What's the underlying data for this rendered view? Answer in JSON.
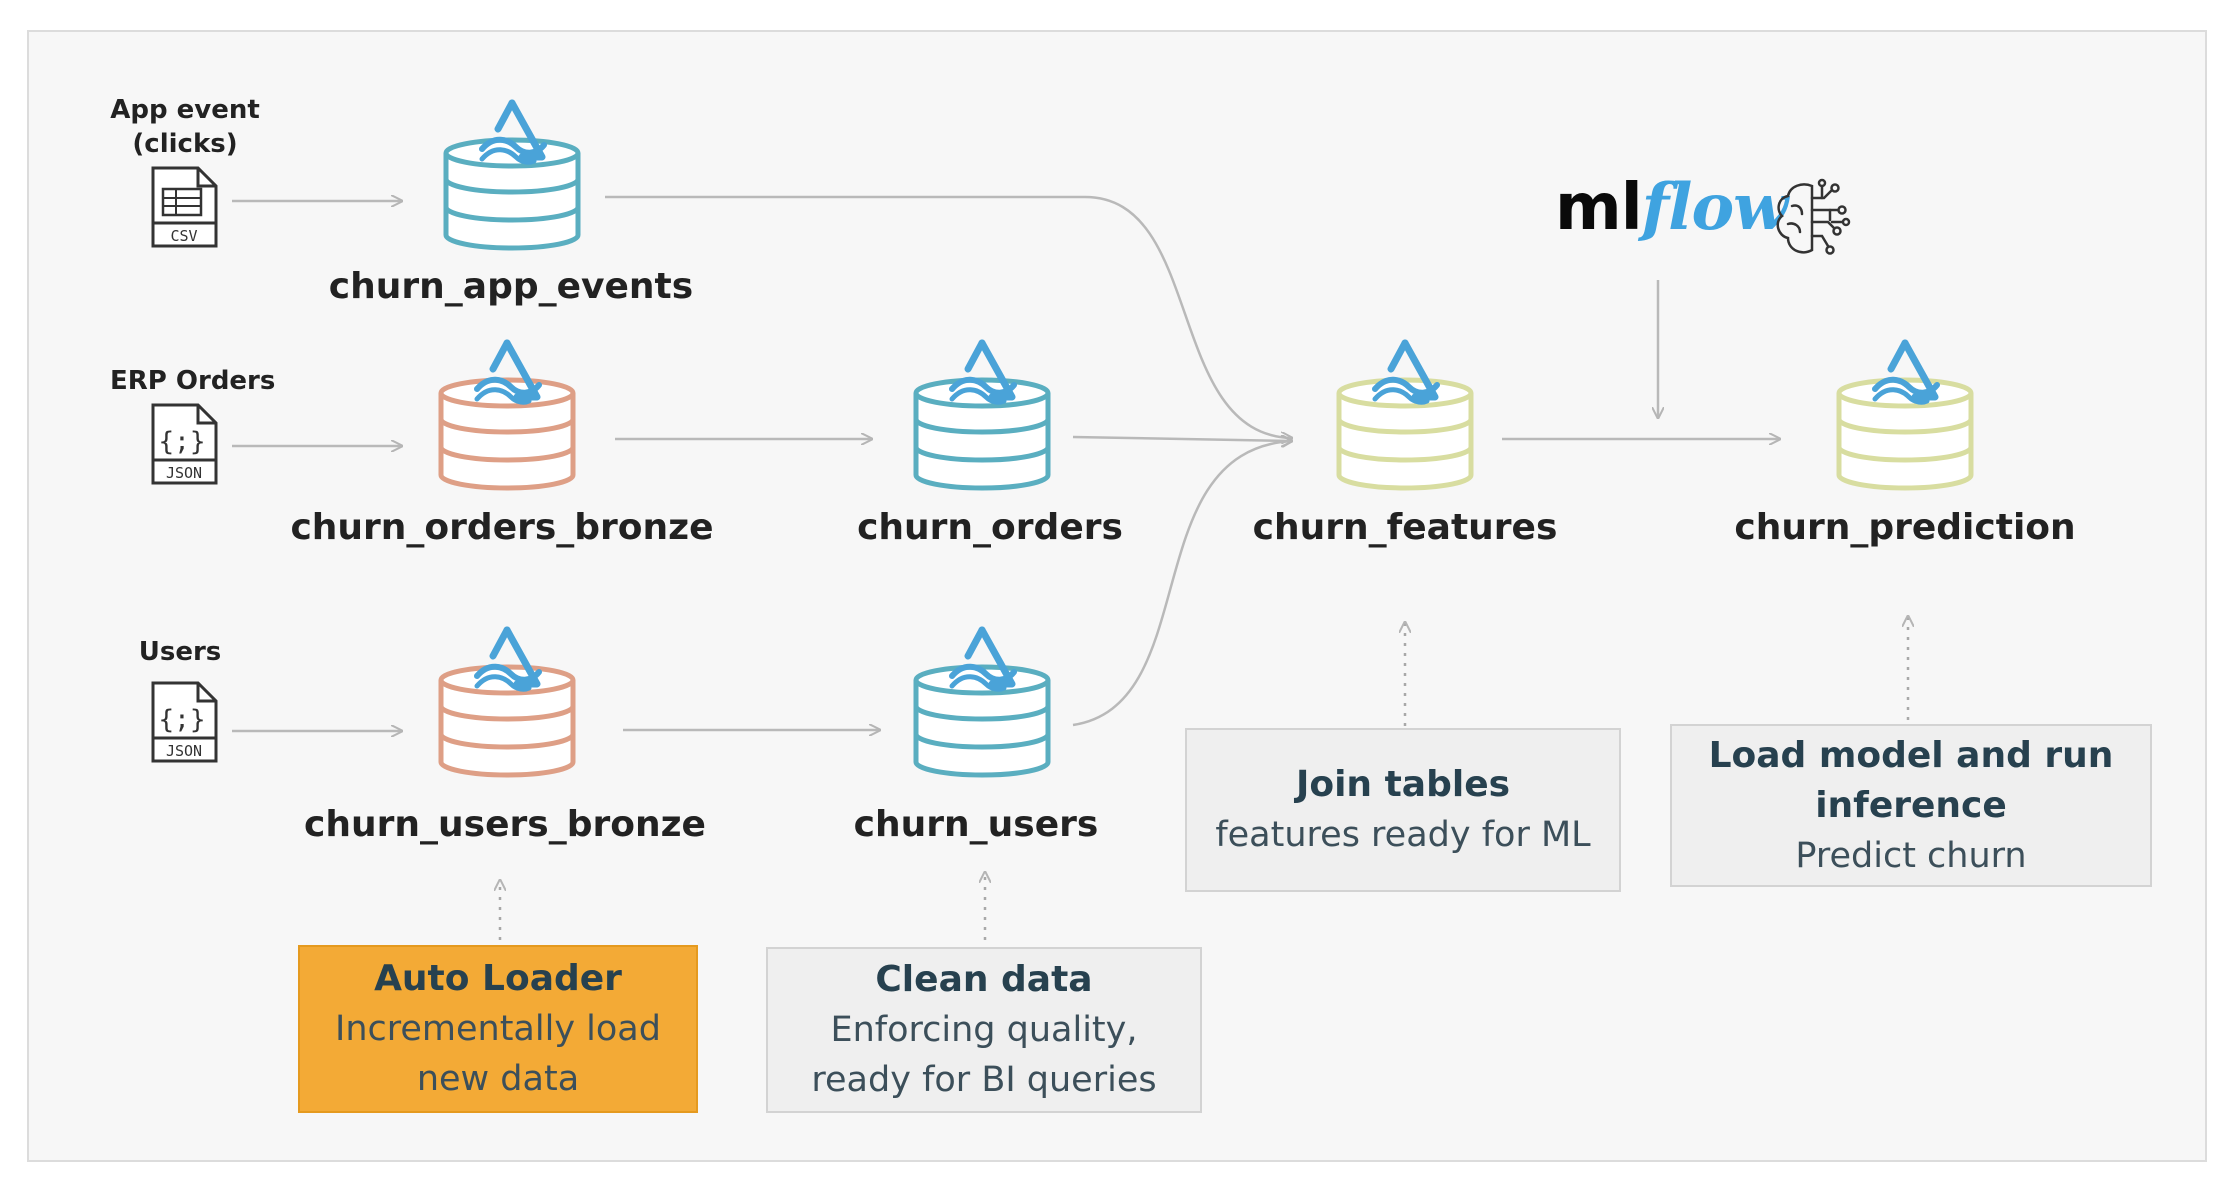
{
  "sources": {
    "app_event": "App event\n(clicks)",
    "app_event_line1": "App event",
    "app_event_line2": "(clicks)",
    "erp": "ERP Orders",
    "users": "Users",
    "csv_tag": "CSV",
    "json_tag": "JSON",
    "json_glyph": "{;}"
  },
  "tables": {
    "app_events": "churn_app_events",
    "orders_bronze": "churn_orders_bronze",
    "orders": "churn_orders",
    "users_bronze": "churn_users_bronze",
    "users": "churn_users",
    "features": "churn_features",
    "prediction": "churn_prediction"
  },
  "boxes": {
    "autoloader": {
      "title": "Auto Loader",
      "sub1": "Incrementally load",
      "sub2": "new data"
    },
    "clean": {
      "title": "Clean data",
      "sub1": "Enforcing quality,",
      "sub2": "ready for BI queries"
    },
    "join": {
      "title": "Join tables",
      "sub1": "features ready for ML"
    },
    "model": {
      "title1": "Load model and run",
      "title2": "inference",
      "sub1": "Predict churn"
    }
  },
  "logo": {
    "ml": "ml",
    "flow": "flow"
  },
  "colors": {
    "silver": "#5aaec0",
    "bronze": "#de9f86",
    "gold": "#d8dda0",
    "delta_blue": "#4aa3d8",
    "arrow": "#b5b5b5",
    "orange_box": "#f3aa36",
    "grey_box": "#efefef"
  }
}
